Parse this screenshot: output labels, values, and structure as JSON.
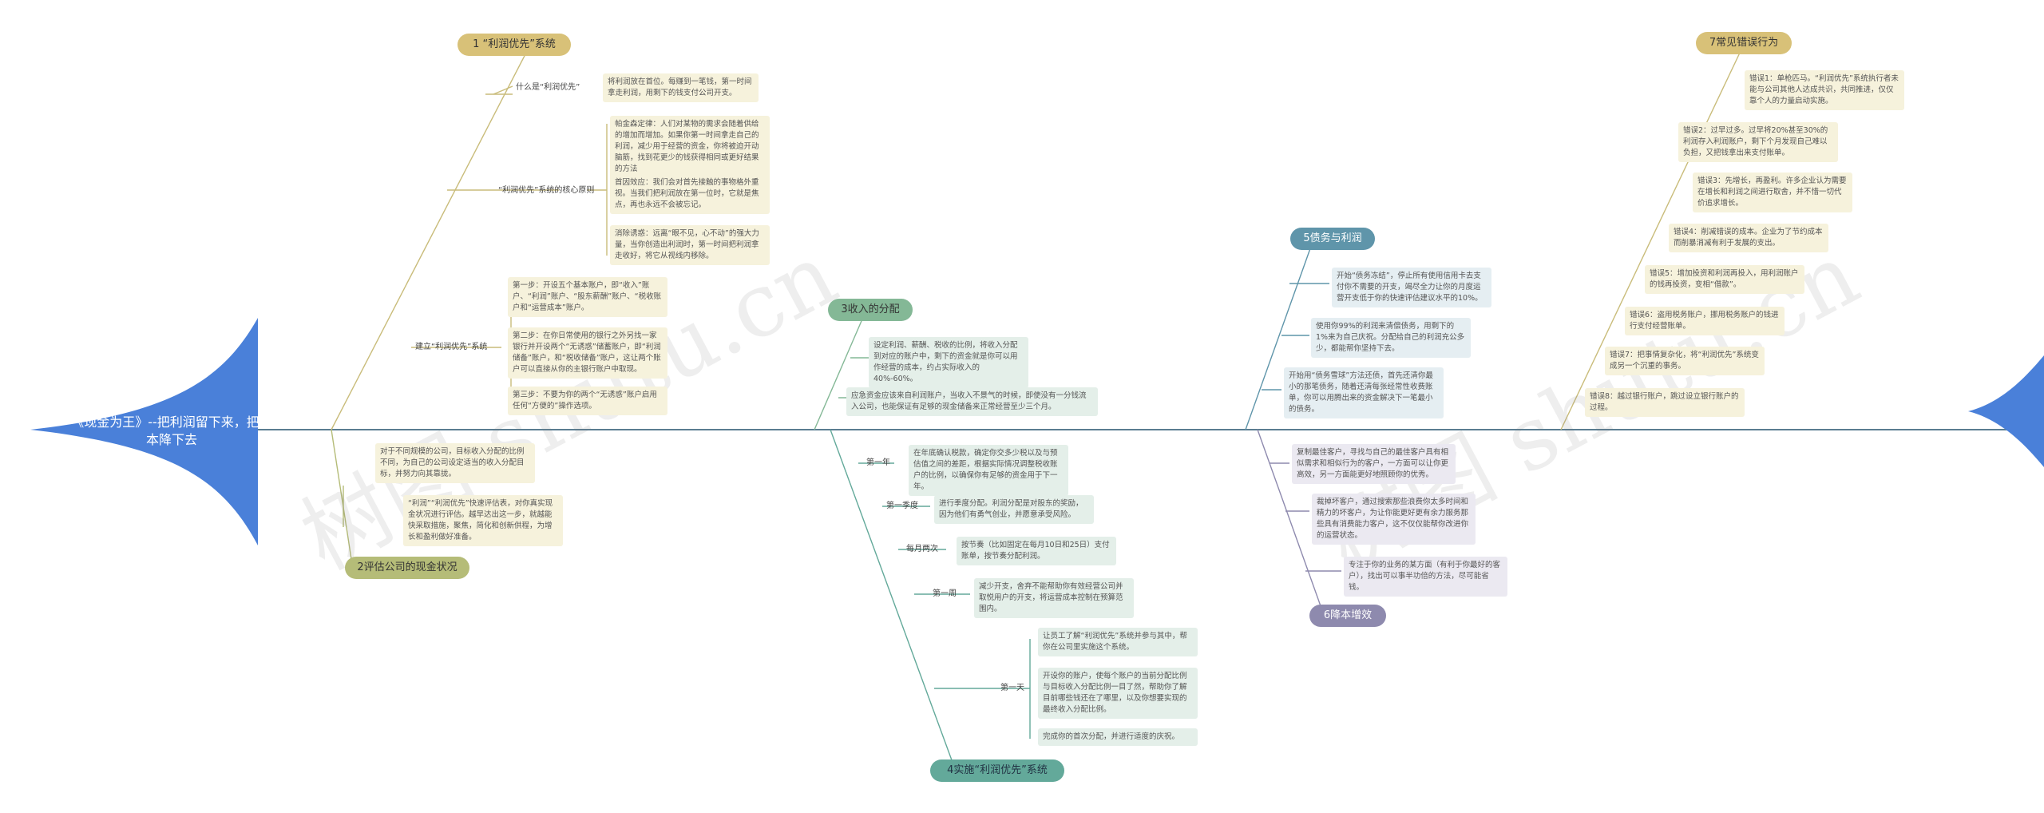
{
  "watermarks": [
    "树图 shutu.cn",
    "树图 shutu.cn"
  ],
  "head": {
    "title": "《现金为王》--把利润留下来，把成本降下去"
  },
  "topics": {
    "t1": "1 “利润优先”系统",
    "t2": "2评估公司的现金状况",
    "t3": "3收入的分配",
    "t4": "4实施“利润优先”系统",
    "t5": "5债务与利润",
    "t6": "6降本增效",
    "t7": "7常见错误行为"
  },
  "sub": {
    "s1a": "什么是“利润优先”",
    "s1b": "“利润优先”系统的核心原则",
    "s1c": "建立“利润优先”系统",
    "s4a": "第一年",
    "s4b": "第一季度",
    "s4c": "每月两次",
    "s4d": "第一周",
    "s4e": "第一天"
  },
  "text": {
    "n1": "将利润放在首位。每赚到一笔钱，第一时间拿走利润，用剩下的钱支付公司开支。",
    "n2": "帕金森定律：人们对某物的需求会随着供给的增加而增加。如果你第一时间拿走自己的利润，减少用于经营的资金，你将被迫开动脑筋，找到花更少的钱获得相同或更好结果的方法",
    "n3": "首因效应：我们会对首先接触的事物格外重视。当我们把利润放在第一位时，它就是焦点，再也永远不会被忘记。",
    "n4": "消除诱惑：远离“眼不见，心不动”的强大力量，当你创造出利润时，第一时间把利润拿走收好，将它从视线内移除。",
    "n5": "第一步：开设五个基本账户，即“收入”账户、“利润”账户、“股东薪酬”账户、“税收账户和“运营成本”账户。",
    "n6": "第二步：在你日常使用的银行之外另找一家银行并开设两个“无诱惑”储蓄账户，即“利润储备”账户，和“税收储备”账户，这让两个账户可以直接从你的主银行账户中取现。",
    "n7": "第三步：不要为你的两个“无诱惑”账户启用任何“方便的”操作选项。",
    "n8": "对于不同规模的公司，目标收入分配的比例不同，为自己的公司设定适当的收入分配目标，并努力向其靠拢。",
    "n9": "“利润”“利润优先”快速评估表，对你真实现金状况进行评估。越早达出这一步，就越能快采取措施，聚焦，简化和创新供程，为增长和盈利做好准备。",
    "n10": "设定利润、薪酬、税收的比例，将收入分配到对应的账户中，剩下的资金就是你可以用作经营的成本，约占实际收入的40%-60%。",
    "n11": "应急资金应该来自利润账户，当收入不景气的时候，即使没有一分钱流入公司，也能保证有足够的现金储备来正常经营至少三个月。",
    "n12": "在年底确认税款，确定你交多少税以及与预估值之间的差距，根据实际情况调整税收账户的比例，以确保你有足够的资金用于下一年。",
    "n13": "进行季度分配。利润分配是对股东的奖励，因为他们有勇气创业，并愿意承受风险。",
    "n14": "按节奏（比如固定在每月10日和25日）支付账单，按节奏分配利润。",
    "n15": "减少开支，舍弃不能帮助你有效经营公司并取悦用户的开支，将运营成本控制在预算范围内。",
    "n16": "让员工了解“利润优先”系统并参与其中，帮你在公司里实施这个系统。",
    "n17": "开设你的账户，使每个账户的当前分配比例与目标收入分配比例一目了然，帮助你了解目前哪些钱还在了哪里，以及你想要实现的最终收入分配比例。",
    "n18": "完成你的首次分配，并进行适度的庆祝。",
    "n19": "开始“债务冻结”，停止所有使用信用卡去支付你不需要的开支，竭尽全力让你的月度运营开支低于你的快速评估建议水平的10%。",
    "n20": "使用你99%的利润来清偿债务，用剩下的1%来为自己庆祝。分配给自己的利润充公多少，都能帮你坚持下去。",
    "n21": "开始用“债务雪球”方法还债，首先还清你最小的那笔债务，随着还清每张经常性收费账单，你可以用腾出来的资金解决下一笔最小的债务。",
    "n22": "复制最佳客户，寻找与自己的最佳客户具有相似需求和相似行为的客户，一方面可以让你更高效，另一方面能更好地照顾你的优秀。",
    "n23": "裁掉坏客户，通过搜索那些浪费你太多时间和精力的坏客户，为让你能更好更有余力服务那些具有消费能力客户，这不仅仅能帮你改进你的运营状态。",
    "n24": "专注于你的业务的某方面（有利于你最好的客户），找出可以事半功倍的方法，尽可能省钱。",
    "n25": "错误1：单枪匹马。“利润优先”系统执行者未能与公司其他人达成共识，共同推进，仅仅靠个人的力量启动实施。",
    "n26": "错误2：过早过多。过早将20%甚至30%的利润存入利润账户，剩下个月发现自己难以负担，又把钱拿出来支付账单。",
    "n27": "错误3：先增长，再盈利。许多企业认为需要在增长和利润之间进行取舍，并不惜一切代价追求增长。",
    "n28": "错误4：削减错误的成本。企业为了节约成本而削暴消减有利于发展的支出。",
    "n29": "错误5：增加投资和利润再投入，用利润账户的钱再投资，变相“借款”。",
    "n30": "错误6：盗用税务账户，挪用税务账户的钱进行支付经营账单。",
    "n31": "错误7：把事情复杂化，将“利润优先”系统变成另一个沉重的事务。",
    "n32": "错误8：越过银行账户，跳过设立银行账户的过程。"
  },
  "colors": {
    "spine": "#5a7d91",
    "head": "#4a80d9",
    "t1": "#d8c178",
    "t2": "#b5bc78",
    "t3": "#84b896",
    "t4": "#63a99a",
    "t5": "#5f95aa",
    "t6": "#8e8aae",
    "t7": "#d8c178"
  }
}
